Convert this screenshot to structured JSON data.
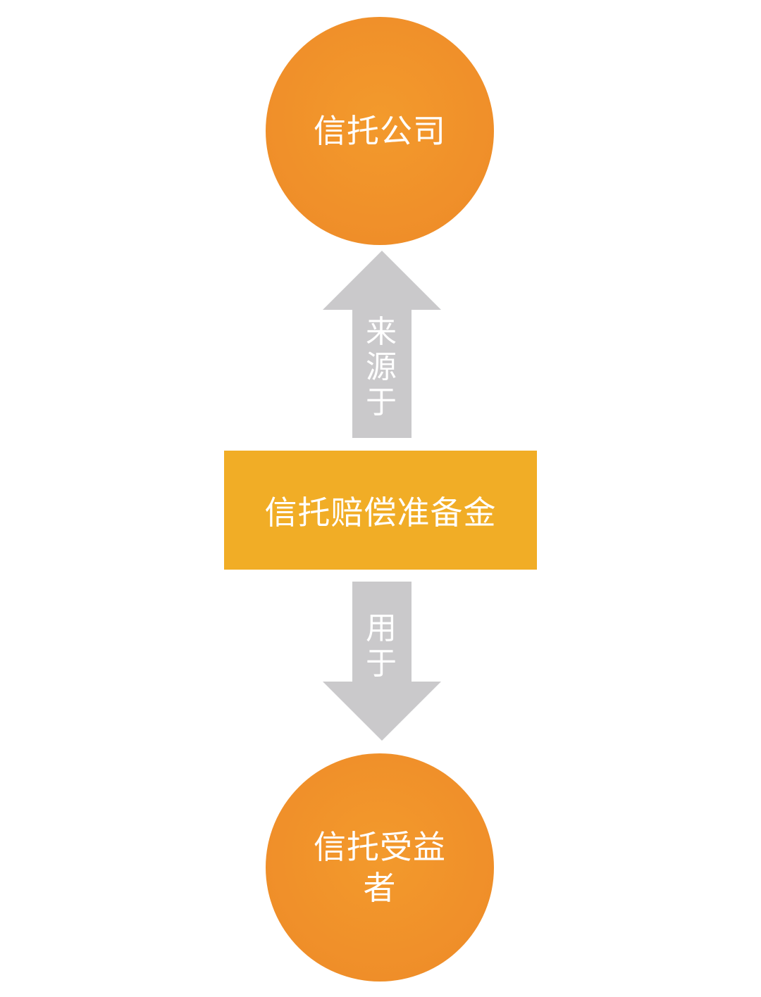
{
  "nodes": {
    "top": {
      "label": "信托公司"
    },
    "center": {
      "label": "信托赔偿准备金"
    },
    "bottom": {
      "line1": "信托受益",
      "line2": "者"
    }
  },
  "arrows": {
    "up": {
      "chars": [
        "来",
        "源",
        "于"
      ]
    },
    "down": {
      "chars": [
        "用",
        "于"
      ]
    }
  },
  "colors": {
    "circle": "#f0902a",
    "box": "#f1ad26",
    "arrow": "#cac9cb",
    "text": "#ffffff"
  }
}
